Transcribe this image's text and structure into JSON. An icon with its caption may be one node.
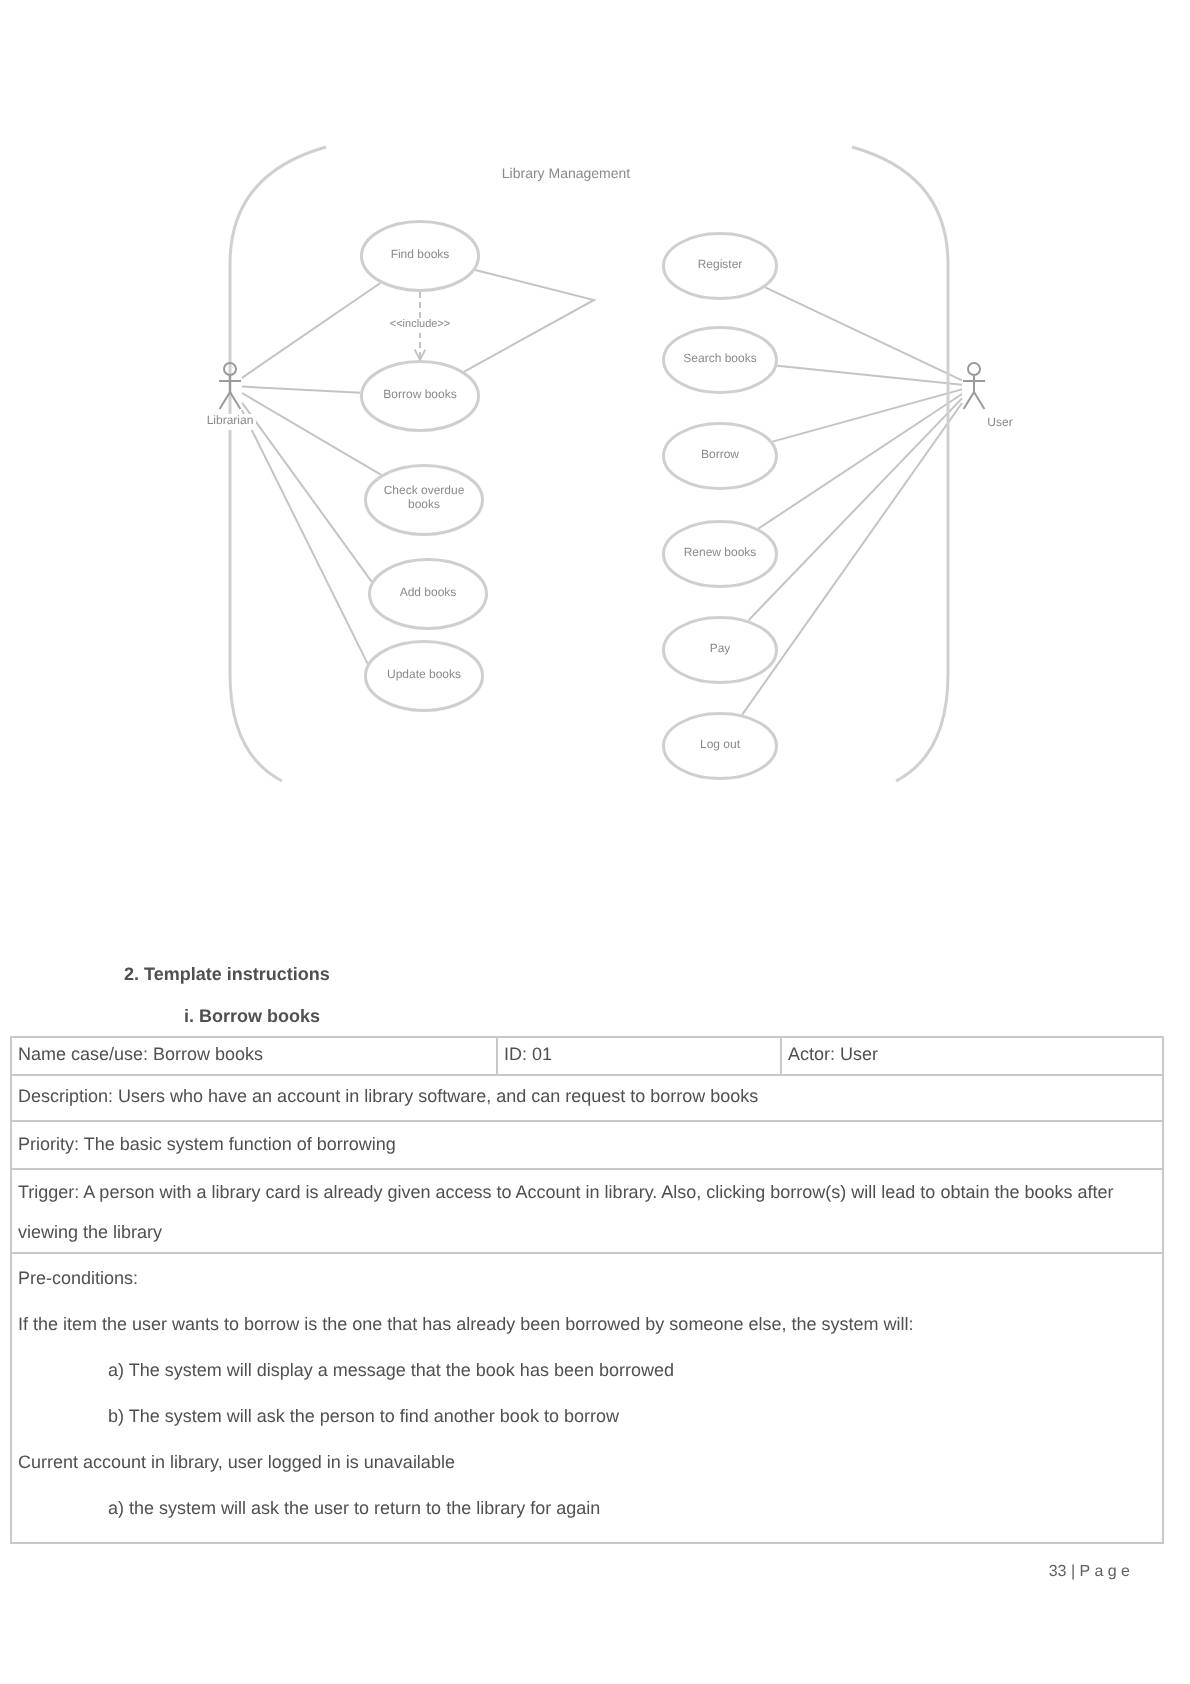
{
  "diagram": {
    "nodes": [
      {
        "text": [
          "Library Management"
        ]
      },
      {
        "text": [],
        "shape": "person",
        "beside": [
          "Librarian"
        ]
      },
      {
        "text": [
          "Find books"
        ],
        "in": 0
      },
      {
        "text": [
          "Borrow books"
        ],
        "in": 0
      },
      {
        "text": [
          "Check overdue books"
        ],
        "in": 0
      },
      {
        "text": [
          "Add books"
        ],
        "in": 0
      },
      {
        "text": [
          "Update books"
        ],
        "in": 0
      },
      {
        "text": [
          "Register"
        ],
        "in": 0
      },
      {
        "text": [
          "Search books"
        ],
        "in": 0
      },
      {
        "text": [
          "Borrow"
        ],
        "in": 0
      },
      {
        "text": [
          "Renew books"
        ],
        "in": 0
      },
      {
        "text": [
          "Pay"
        ],
        "in": 0
      },
      {
        "text": [
          "Log out"
        ],
        "in": 0
      },
      {
        "text": [],
        "shape": "person",
        "beside": [
          "User"
        ]
      }
    ],
    "edges": [
      {
        "from": 1,
        "to": 2,
        "arrow": "none"
      },
      {
        "from": 1,
        "to": 3,
        "arrow": "none"
      },
      {
        "from": 1,
        "to": 4,
        "arrow": "none"
      },
      {
        "from": 1,
        "to": 5,
        "arrow": "none"
      },
      {
        "from": 1,
        "to": 6,
        "arrow": "none"
      },
      {
        "from": 2,
        "to": 3,
        "arrow": "to",
        "label": "<<include>>",
        "style": "dashed"
      },
      {
        "from": 2,
        "to": 3,
        "arrow": "none"
      },
      {
        "from": 13,
        "to": 7,
        "arrow": "none"
      },
      {
        "from": 13,
        "to": 8,
        "arrow": "none"
      },
      {
        "from": 13,
        "to": 9,
        "arrow": "none"
      },
      {
        "from": 13,
        "to": 10,
        "arrow": "none"
      },
      {
        "from": 13,
        "to": 11,
        "arrow": "none"
      },
      {
        "from": 13,
        "to": 12,
        "arrow": "none"
      }
    ],
    "labels": [
      "2. Template instructions",
      "i. Borrow books",
      "Name case/use: Borrow books",
      "ID: 01",
      "Actor: User",
      "Description: Users who have an account in library software, and can request to borrow books",
      "Priority: The basic system function of borrowing",
      "Trigger: A person with a library card is already given access to Account in library. Also, clicking borrow(s) will lead to obtain the books after viewing the library",
      "Pre-conditions:",
      "If the item the user wants to borrow is the one that has already been borrowed by someone else, the system will:",
      "a) The system will display a message that the book has been borrowed",
      "b) The system will ask the person to find another book to borrow",
      "Current account in library, user logged in is unavailable",
      "a) the system will ask the user to return to the library for again",
      "33 | P a g e"
    ]
  }
}
